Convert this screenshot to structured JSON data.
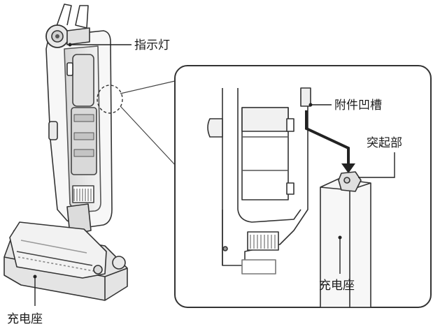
{
  "labels": {
    "indicator": "指示灯",
    "accessory_slot": "附件凹槽",
    "protrusion": "突起部",
    "charging_base_detail": "充电座",
    "charging_base_main": "充电座"
  }
}
